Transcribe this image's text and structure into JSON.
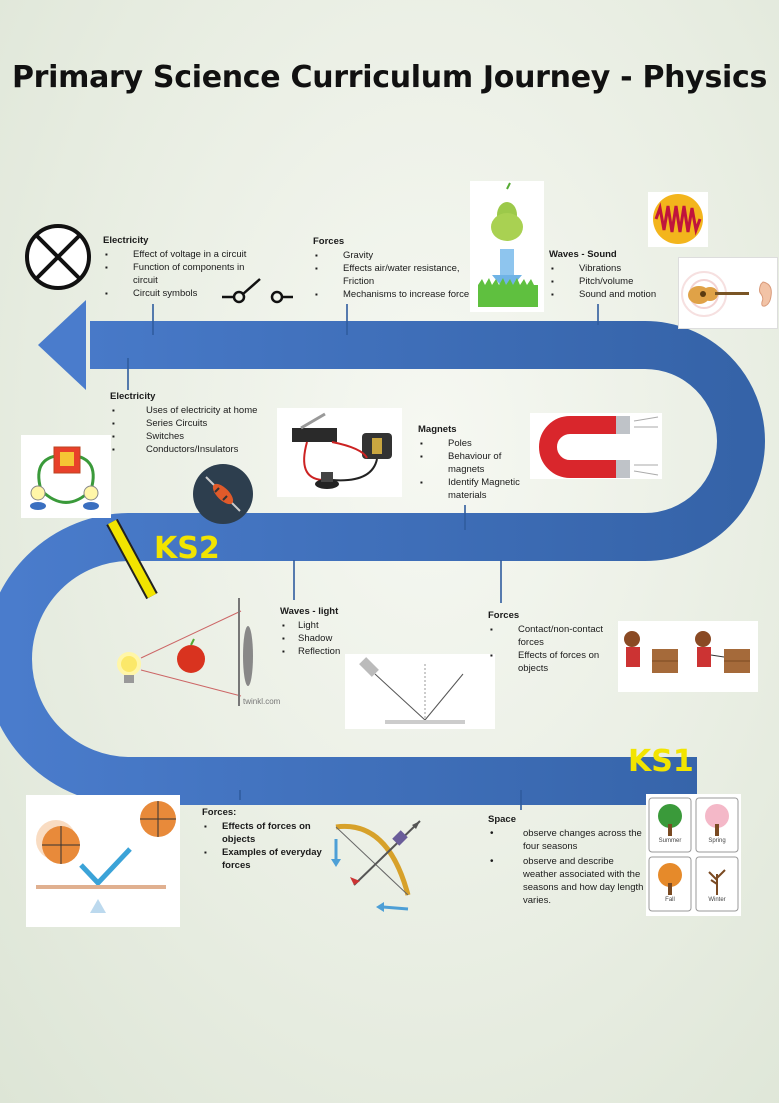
{
  "title": "Primary Science Curriculum Journey - Physics",
  "colors": {
    "road": "#3d6db5",
    "road_dark": "#2f5c9e",
    "stage_label": "#f2e400"
  },
  "stages": {
    "ks2": "KS2",
    "ks1": "KS1"
  },
  "credits": {
    "light": "twinkl.com"
  },
  "topics": {
    "electricity_upper": {
      "heading": "Electricity",
      "items": [
        "Effect of voltage in a circuit",
        "Function of components in circuit",
        "Circuit symbols"
      ]
    },
    "forces_upper": {
      "heading": "Forces",
      "items": [
        "Gravity",
        "Effects air/water resistance, Friction",
        "Mechanisms to increase force"
      ]
    },
    "waves_sound": {
      "heading": "Waves - Sound",
      "items": [
        "Vibrations",
        "Pitch/volume",
        "Sound and motion"
      ]
    },
    "electricity_lower": {
      "heading": "Electricity",
      "items": [
        "Uses of electricity at home",
        "Series Circuits",
        "Switches",
        "Conductors/Insulators"
      ]
    },
    "magnets": {
      "heading": "Magnets",
      "items": [
        "Poles",
        "Behaviour of magnets",
        "Identify Magnetic materials"
      ]
    },
    "waves_light": {
      "heading": "Waves - light",
      "items": [
        "Light",
        "Shadow",
        "Reflection"
      ]
    },
    "forces_middle": {
      "heading": "Forces",
      "items": [
        "Contact/non-contact forces",
        "Effects of forces on objects"
      ]
    },
    "forces_ks1": {
      "heading": "Forces:",
      "items": [
        "Effects of forces on objects",
        "Examples of everyday forces"
      ]
    },
    "space": {
      "heading": "Space",
      "items": [
        "observe changes across the four seasons",
        "observe and describe weather associated with the seasons and how day length varies."
      ]
    }
  },
  "seasons": [
    "Summer",
    "Spring",
    "Fall",
    "Winter"
  ],
  "icons": {
    "lamp_symbol": "lamp-symbol-icon",
    "switch_symbol": "switch-symbol-icon",
    "pear": "falling-pear-icon",
    "sound_wave": "sound-wave-icon",
    "guitar": "guitar-ear-icon",
    "circuit": "circuit-battery-icon",
    "apparatus": "circuit-apparatus-icon",
    "resistor": "resistor-icon",
    "magnet": "horseshoe-magnet-icon",
    "light": "light-bulb-apple-icon",
    "reflection": "mirror-reflection-icon",
    "push_pull": "push-pull-boxes-icon",
    "basketball": "bouncing-basketball-icon",
    "bow": "bow-arrow-icon",
    "trees": "seasonal-trees-icon"
  }
}
